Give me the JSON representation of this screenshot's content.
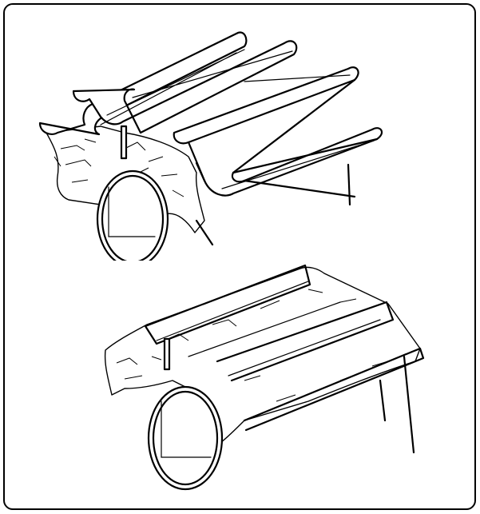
{
  "figure": {
    "border_color": "#000000",
    "background": "#ffffff",
    "panels": [
      {
        "id": "top",
        "depicts": "sectional-formwork-over-culvert"
      },
      {
        "id": "bottom",
        "depicts": "completed-section-over-culvert"
      }
    ]
  }
}
